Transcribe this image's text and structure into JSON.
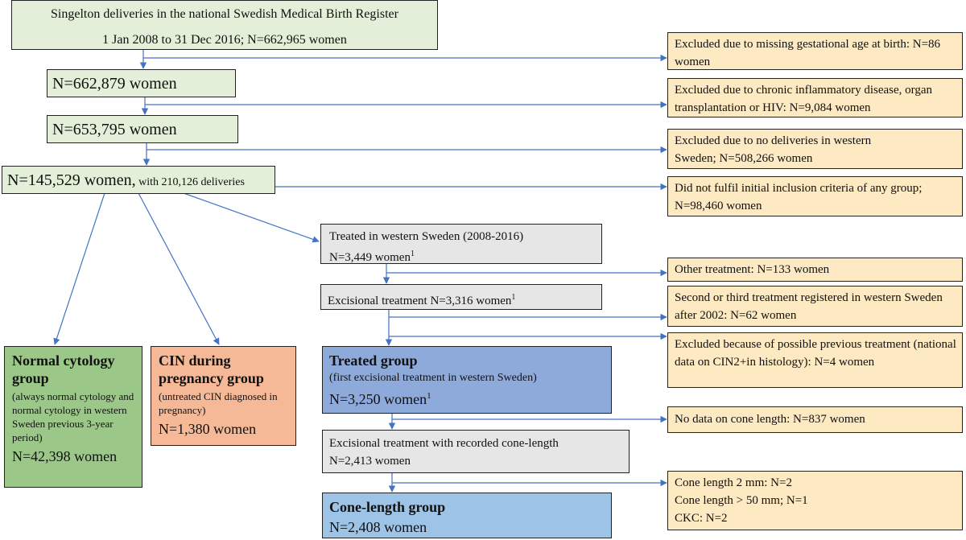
{
  "main_flow": {
    "start": {
      "line1": "Singelton deliveries in the national Swedish Medical Birth Register",
      "line2": "1 Jan 2008 to 31 Dec 2016; N=662,965 women"
    },
    "step1": "N=662,879 women",
    "step2": "N=653,795 women",
    "step3": {
      "main": "N=145,529 women,",
      "small": " with 210,126 deliveries"
    }
  },
  "exclusions": {
    "ex1": "Excluded due to missing gestational age at birth: N=86 women",
    "ex2": "Excluded due to chronic inflammatory disease, organ transplantation or HIV: N=9,084 women",
    "ex3": "Excluded due to no deliveries in western Sweden; N=508,266 women",
    "ex4": "Did not fulfil initial inclusion criteria of any group; N=98,460 women",
    "ex5": "Other treatment: N=133 women",
    "ex6": "Second or third treatment registered in western Sweden after 2002: N=62 women",
    "ex7": "Excluded because of possible previous treatment (national data on CIN2+in histology): N=4 women",
    "ex8": "No data on cone length: N=837 women",
    "ex9": {
      "line1": "Cone length 2 mm: N=2",
      "line2": "Cone length > 50 mm; N=1",
      "line3": "CKC: N=2"
    }
  },
  "treatment_flow": {
    "treated": {
      "line1": "Treated in western Sweden (2008-2016)",
      "line2": "N=3,449 women",
      "sup": "1"
    },
    "excisional": {
      "text": "Excisional treatment  N=3,316 women",
      "sup": "1"
    },
    "treated_group": {
      "title": "Treated group",
      "subtitle": "(first excisional treatment in western Sweden)",
      "count": "N=3,250 women",
      "sup": "1"
    },
    "cone_recorded": {
      "line1": "Excisional treatment with recorded cone-length",
      "line2": "N=2,413 women"
    },
    "cone_group": {
      "title": "Cone-length group",
      "count": "N=2,408 women"
    }
  },
  "groups": {
    "normal": {
      "title": "Normal cytology group",
      "desc": "(always normal cytology and normal cytology in western Sweden previous 3-year period)",
      "count": "N=42,398 women"
    },
    "cin": {
      "title": "CIN during pregnancy group",
      "desc": "(untreated CIN diagnosed in pregnancy)",
      "count": "N=1,380 women"
    }
  },
  "colors": {
    "arrow": "#4472c4",
    "green": "#e3efd8",
    "gray": "#e6e6e6",
    "yellow": "#fde9c2",
    "group_green": "#9bc888",
    "group_salmon": "#f5b998",
    "group_blue": "#8eaadb",
    "group_light_blue": "#9dc3e6"
  }
}
